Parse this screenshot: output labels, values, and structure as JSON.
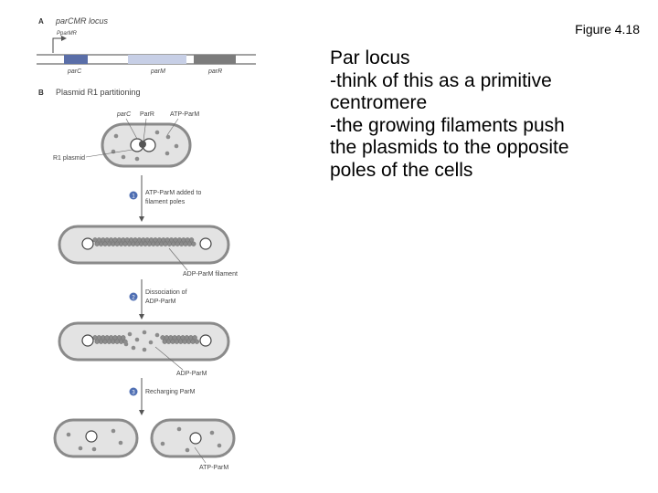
{
  "figure_title": "Figure 4.18",
  "notes": [
    "Par locus",
    "-think of this as a primitive",
    "centromere",
    "-the growing filaments push",
    "the plasmids to the opposite",
    "poles of the cells"
  ],
  "panel_a": {
    "letter": "A",
    "title": "parCMR locus",
    "promoter": "PparMR",
    "genes": [
      {
        "name": "parC",
        "color": "#5a6ea8"
      },
      {
        "name": "parM",
        "color": "#c7cfe6"
      },
      {
        "name": "parR",
        "color": "#7c7c7c"
      }
    ]
  },
  "panel_b": {
    "letter": "B",
    "title": "Plasmid R1 partitioning",
    "labels": {
      "parc": "parC",
      "parr": "ParR",
      "atp_parm": "ATP-ParM",
      "r1_plasmid": "R1 plasmid",
      "adp_filament": "ADP-ParM filament",
      "adp_parm": "ADP-ParM",
      "atp_parm_bottom": "ATP-ParM"
    },
    "steps": [
      {
        "number": "1",
        "lines": [
          "ATP-ParM added to",
          "filament poles"
        ]
      },
      {
        "number": "2",
        "lines": [
          "Dissociation of",
          "ADP-ParM"
        ]
      },
      {
        "number": "3",
        "lines": [
          "Recharging ParM"
        ]
      }
    ]
  },
  "colors": {
    "cell_fill": "#e3e3e3",
    "cell_stroke": "#8a8a8a",
    "subunit": "#8c8c8c",
    "step_badge": "#4f6fb3"
  }
}
